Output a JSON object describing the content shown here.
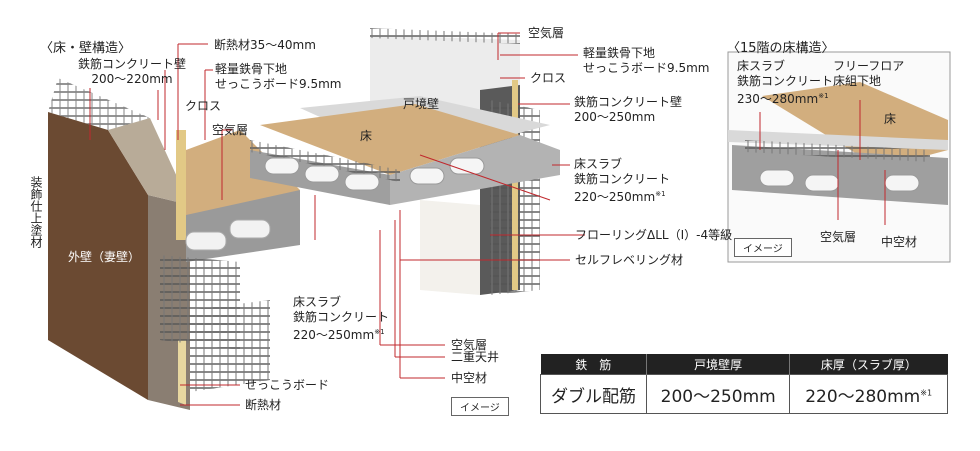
{
  "titles": {
    "main": "〈床・壁構造〉",
    "inset": "〈15階の床構造〉"
  },
  "labels": {
    "rc_wall_left": [
      "鉄筋コンクリート壁",
      "200〜220mm"
    ],
    "insulation_top": "断熱材35〜40mm",
    "light_steel_left": [
      "軽量鉄骨下地",
      "せっこうボード9.5mm"
    ],
    "cloth_left": "クロス",
    "air_layer_left": "空気層",
    "exterior_finish": "装飾仕上塗材",
    "exterior_wall": "外壁（妻壁）",
    "floor_slab_left": [
      "床スラブ",
      "鉄筋コンクリート",
      "220〜250mm"
    ],
    "air_layer_bottom": "空気層",
    "double_ceiling": "二重天井",
    "hollow_bottom": "中空材",
    "gypsum_bottom": "せっこうボード",
    "insulation_bottom": "断熱材",
    "air_layer_top": "空気層",
    "light_steel_right": [
      "軽量鉄骨下地",
      "せっこうボード9.5mm"
    ],
    "cloth_right": "クロス",
    "rc_wall_right": [
      "鉄筋コンクリート壁",
      "200〜250mm"
    ],
    "floor_slab_right": [
      "床スラブ",
      "鉄筋コンクリート",
      "220〜250mm"
    ],
    "flooring": "フローリングΔLL（Ⅰ）-4等級",
    "self_leveling": "セルフレベリング材",
    "party_wall": "戸境壁",
    "floor": "床",
    "inset_slab": [
      "床スラブ",
      "鉄筋コンクリート",
      "230〜280mm"
    ],
    "inset_free_floor": [
      "フリーフロア",
      "床組下地"
    ],
    "inset_floor": "床",
    "inset_air": "空気層",
    "inset_hollow": "中空材",
    "note_mark": "※1"
  },
  "image_tags": {
    "main": "イメージ",
    "inset": "イメージ"
  },
  "spec_table": {
    "headers": [
      "鉄　筋",
      "戸境壁厚",
      "床厚（スラブ厚）"
    ],
    "values": [
      "ダブル配筋",
      "200〜250mm",
      "220〜280mm"
    ],
    "note": "※1"
  },
  "colors": {
    "leader": "#c0282d",
    "wood_floor": "#d2ae7e",
    "wall_brown": "#6b4a32",
    "concrete": "#cfcfcf",
    "rebar": "#4a4a4a",
    "table_header": "#222222"
  }
}
